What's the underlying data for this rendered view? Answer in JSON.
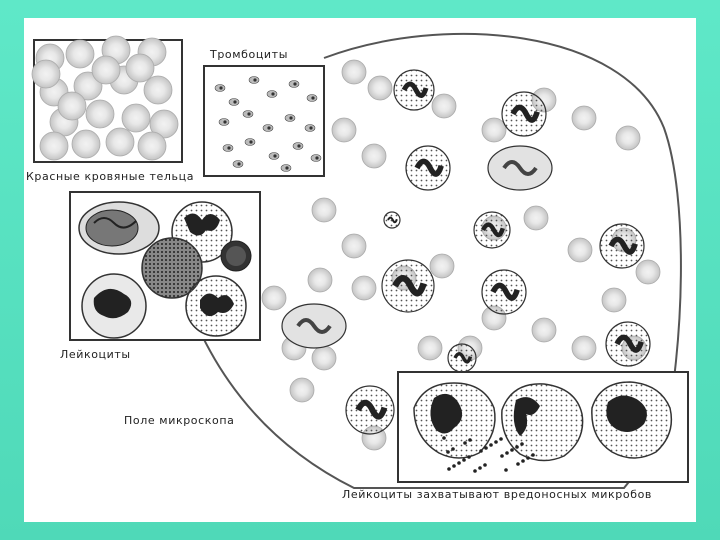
{
  "labels": {
    "platelets": "Тромбоциты",
    "red_cells": "Красные кровяные тельца",
    "leukocytes": "Лейкоциты",
    "microscope_field": "Поле микроскопа",
    "phagocytosis": "Лейкоциты захватывают вредоносных микробов"
  },
  "colors": {
    "background": "#55e0c0",
    "panel": "#ffffff",
    "outline": "#333333",
    "red_cell_fill": "#d9d9d9",
    "nucleus": "#2a2a2a"
  },
  "icons": [
    "red-blood-cell-icon",
    "platelet-icon",
    "leukocyte-icon",
    "microbe-icon"
  ]
}
